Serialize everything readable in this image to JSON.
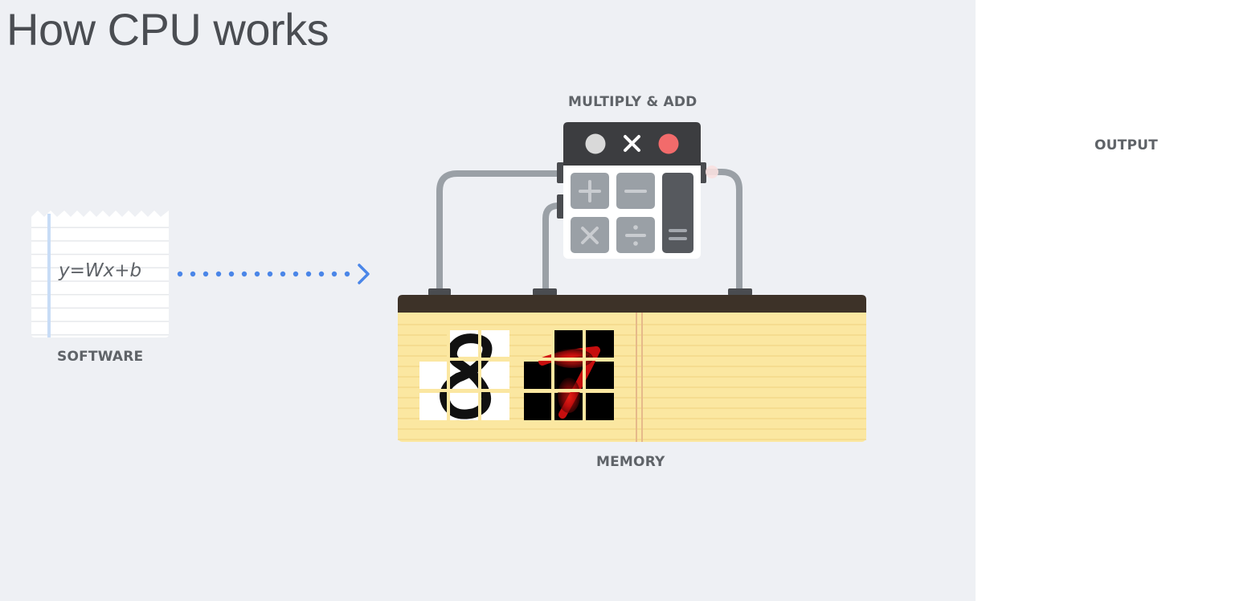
{
  "title": "How CPU works",
  "labels": {
    "multiply_add": "MULTIPLY & ADD",
    "output": "OUTPUT",
    "software": "SOFTWARE",
    "memory": "MEMORY"
  },
  "software": {
    "formula": "y=Wx+b"
  },
  "calculator": {
    "buttons": [
      "+",
      "−",
      "×",
      "÷",
      "="
    ],
    "lights": [
      "gray-light-icon",
      "close-x-icon",
      "red-light-icon"
    ]
  },
  "memory": {
    "items": [
      "digit-8-image",
      "digit-7-heatmap-image"
    ]
  },
  "colors": {
    "background": "#eef0f4",
    "output_panel": "#ffffff",
    "arrow": "#4a86e8",
    "pipe": "#9aa0a6",
    "calculator_top": "#3c3d40",
    "memory_pad": "#fbe7a1",
    "memory_bar": "#3d3228",
    "red_light": "#f26b6b"
  }
}
